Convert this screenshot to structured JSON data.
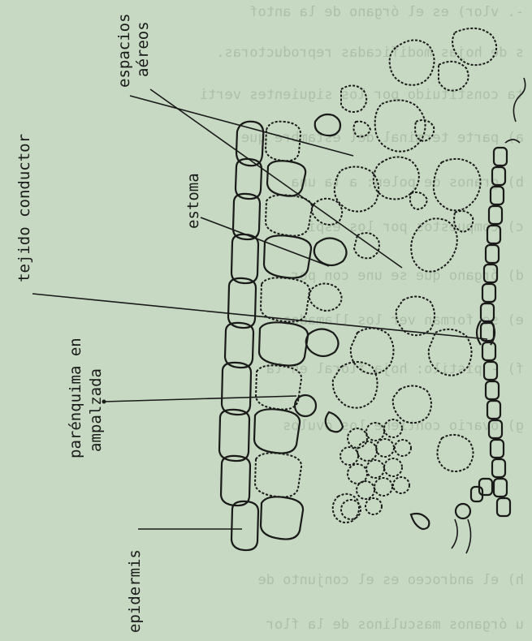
{
  "figure": {
    "background": "#c7d9c2",
    "ink": "#1a1a1a",
    "labels": {
      "espacios_line1": "espacios",
      "espacios_line2": "aéreos",
      "tejido_conductor": "tejido conductor",
      "estoma": "estoma",
      "parenquima_line1": "parénquima en",
      "parenquima_line2": "ampalzada",
      "epidermis": "epidermis"
    },
    "bleed_through_text": [
      "-. vlor) es el órgano de la antof",
      "s de hojas modificadas reproductoras.",
      "ta constituido por los siguientes verti",
      "a) parte terminal del estambre que",
      "b) granos de polen: a la una",
      "c) compuestos por los espi",
      "d) órgano que se une con por",
      "e) se forman ver los llamados",
      "f) - pistilo: hoja floral en la",
      "g) ovario contiene los óvulos",
      "h) el androceo es el conjunto de",
      "u órganos masculinos de la flor"
    ]
  }
}
